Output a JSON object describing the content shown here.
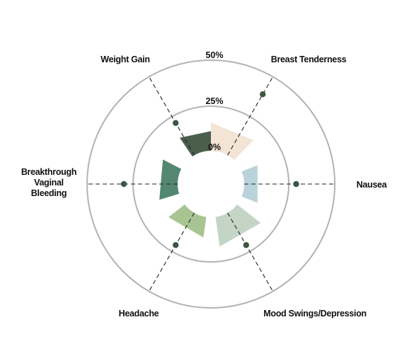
{
  "chart_data": {
    "type": "radial-bar",
    "title": "",
    "ring_labels": [
      "0%",
      "25%",
      "50%"
    ],
    "rlim": [
      0,
      50
    ],
    "grid": true,
    "series": [
      {
        "values": [
          13,
          16,
          10,
          17,
          12,
          12
        ],
        "colors": [
          "#4b5e4c",
          "#f3e4d5",
          "#b9d3da",
          "#c4d5c6",
          "#a9c493",
          "#538772"
        ]
      },
      {
        "type": "scatter-on-axis",
        "values": [
          21,
          39,
          29,
          21,
          21,
          30
        ],
        "color": "#3d5642"
      }
    ],
    "categories": [
      {
        "label_lines": [
          "Weight Gain"
        ]
      },
      {
        "label_lines": [
          "Breast Tenderness"
        ]
      },
      {
        "label_lines": [
          "Nausea"
        ]
      },
      {
        "label_lines": [
          "Mood Swings/Depression"
        ]
      },
      {
        "label_lines": [
          "Headache"
        ]
      },
      {
        "label_lines": [
          "Breakthrough",
          "Vaginal",
          "Bleeding"
        ]
      }
    ],
    "colors": {
      "ring": "#b3b3b3",
      "axis_line": "#222222"
    }
  }
}
